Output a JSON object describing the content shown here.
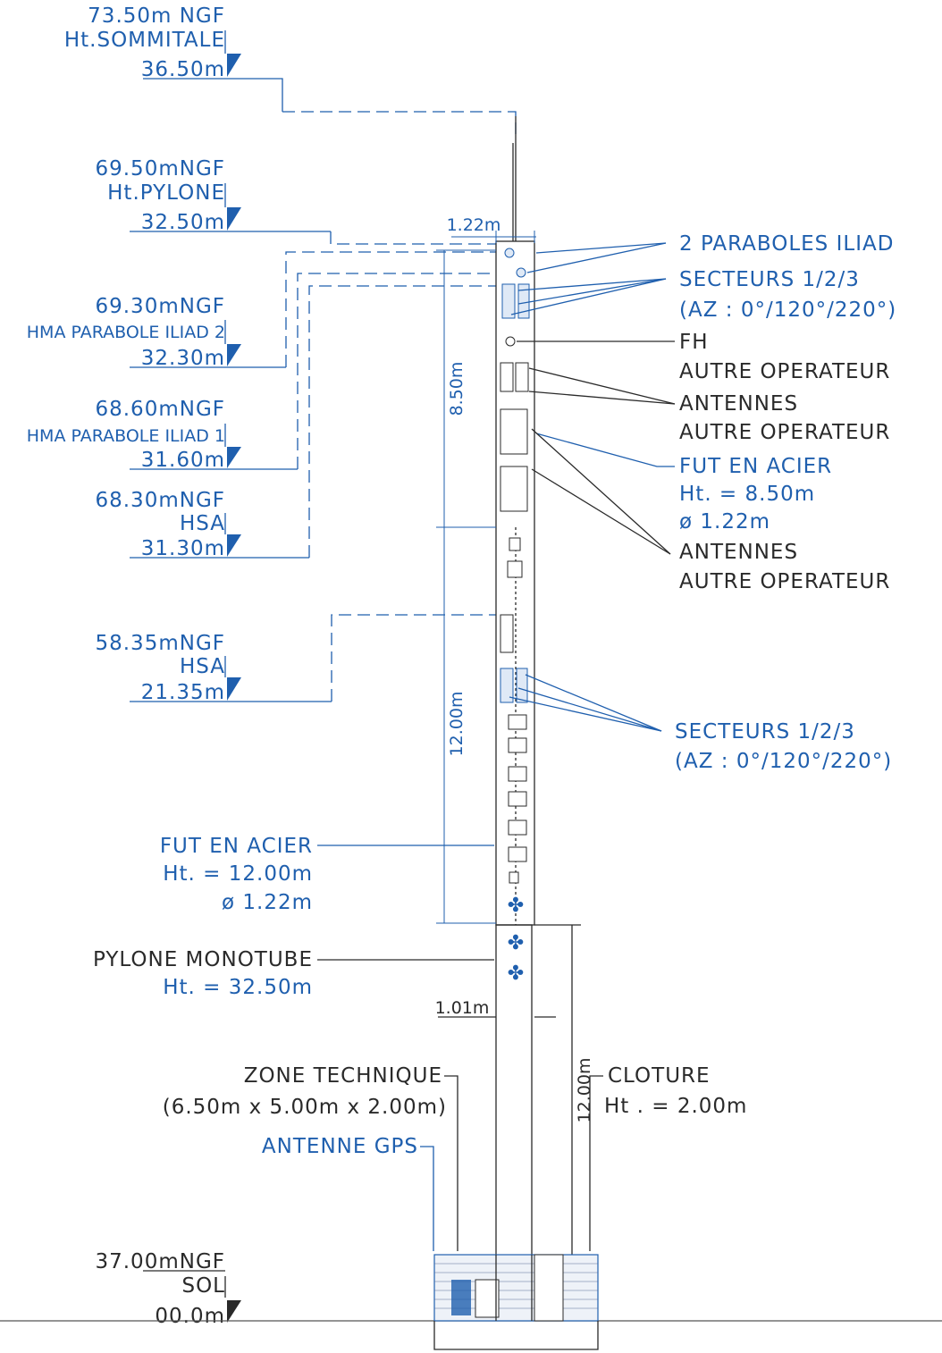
{
  "levels": [
    {
      "ngf": "73.50m  NGF",
      "label": "Ht.SOMMITALE",
      "height": "36.50m"
    },
    {
      "ngf": "69.50mNGF",
      "label": "Ht.PYLONE",
      "height": "32.50m"
    },
    {
      "ngf": "69.30mNGF",
      "label": "HMA PARABOLE ILIAD 2",
      "height": "32.30m"
    },
    {
      "ngf": "68.60mNGF",
      "label": "HMA PARABOLE ILIAD 1",
      "height": "31.60m"
    },
    {
      "ngf": "68.30mNGF",
      "label": "HSA",
      "height": "31.30m"
    },
    {
      "ngf": "58.35mNGF",
      "label": "HSA",
      "height": "21.35m"
    },
    {
      "ngf": "37.00mNGF",
      "label": "SOL",
      "height": "00.0m"
    }
  ],
  "dimensions": {
    "top_diameter": "1.22m",
    "upper_section": "8.50m",
    "middle_section": "12.00m",
    "base_diameter": "1.01m",
    "lower_section": "12.00m"
  },
  "annotations": {
    "paraboles": "2 PARABOLES ILIAD",
    "sectors_top": "SECTEURS 1/2/3",
    "azimuth_top": "(AZ : 0°/120°/220°)",
    "fh": "FH",
    "fh_operator": "AUTRE OPERATEUR",
    "antennes_1": "ANTENNES",
    "antennes_1_operator": "AUTRE OPERATEUR",
    "fut_top": "FUT EN ACIER",
    "fut_top_height": "Ht.  =  8.50m",
    "fut_top_diameter": "ø  1.22m",
    "antennes_2": "ANTENNES",
    "antennes_2_operator": "AUTRE OPERATEUR",
    "sectors_mid": "SECTEURS 1/2/3",
    "azimuth_mid": "(AZ : 0°/120°/220°)",
    "fut_mid": "FUT EN ACIER",
    "fut_mid_height": "Ht.  =  12.00m",
    "fut_mid_diameter": "ø  1.22m",
    "pylone": "PYLONE MONOTUBE",
    "pylone_height": "Ht.  =  32.50m",
    "zone": "ZONE TECHNIQUE",
    "zone_dims": "(6.50m x 5.00m x 2.00m)",
    "gps": "ANTENNE GPS",
    "cloture": "CLOTURE",
    "cloture_height": "Ht . = 2.00m"
  },
  "colors": {
    "blue": "#1f5fae",
    "dark": "#2a2a2a"
  }
}
